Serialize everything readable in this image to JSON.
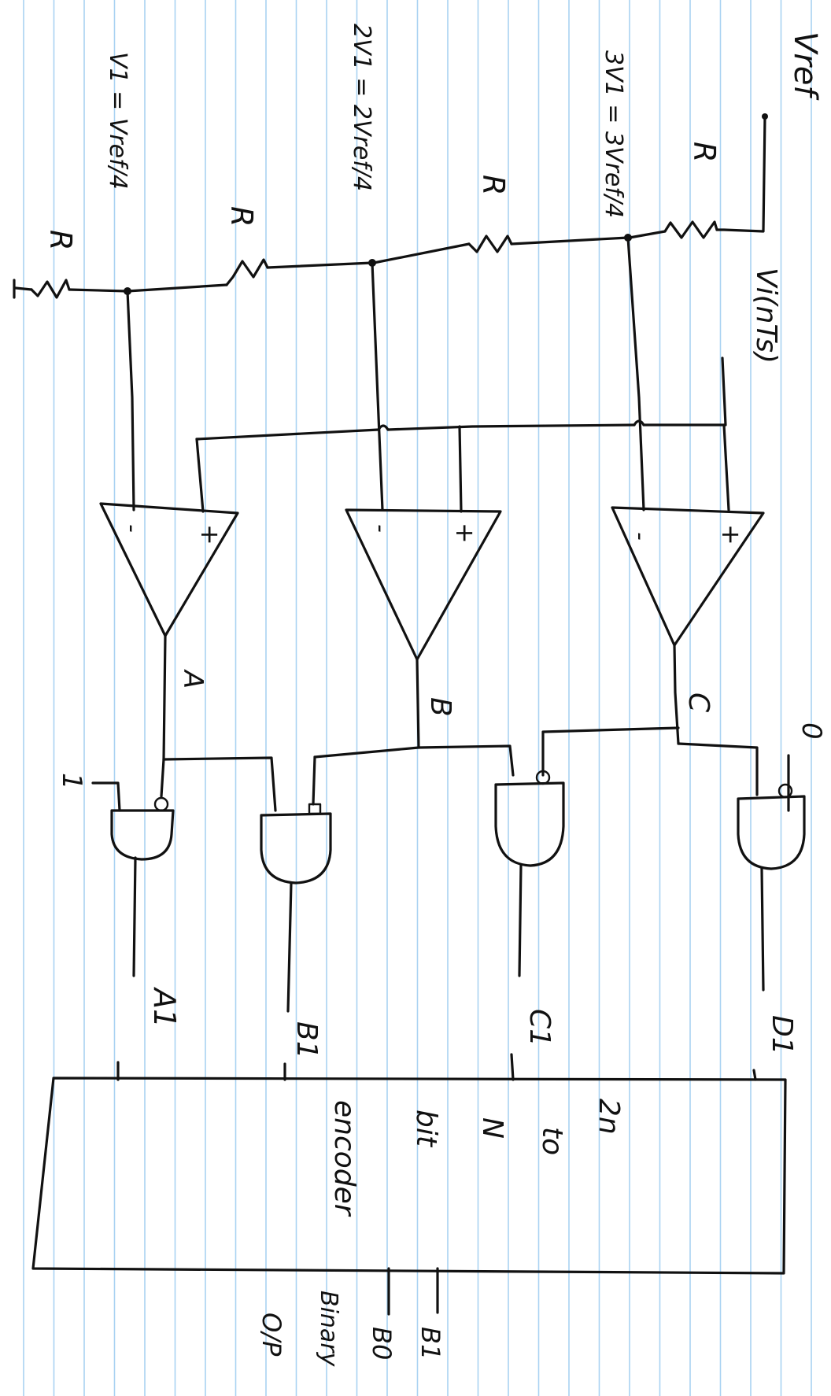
{
  "paper": {
    "line_color": "#a9d2f2",
    "ink_color": "#111111",
    "line_spacing": 38.5
  },
  "labels": {
    "vref": "Vref",
    "v_in": "Vi(nTs)",
    "r_top": "R",
    "r_2": "R",
    "r_3": "R",
    "r_bottom": "R",
    "level_3": "3V1 = 3Vref/4",
    "level_2": "2V1 = 2Vref/4",
    "level_1": "V1 = Vref/4",
    "comp_minus": "-",
    "comp_plus": "+",
    "out_a": "A",
    "out_b": "B",
    "out_c": "C",
    "const_one": "1",
    "const_zero": "0",
    "gate_out_a": "A1",
    "gate_out_b": "B1",
    "gate_out_c": "C1",
    "gate_out_d": "D1",
    "encoder_line1": "2n",
    "encoder_line2": "to",
    "encoder_line3": "N",
    "encoder_line4": "bit",
    "encoder_line5": "encoder",
    "bit_b0": "B0",
    "bit_b1": "B1",
    "binary": "Binary",
    "output": "O/P"
  }
}
